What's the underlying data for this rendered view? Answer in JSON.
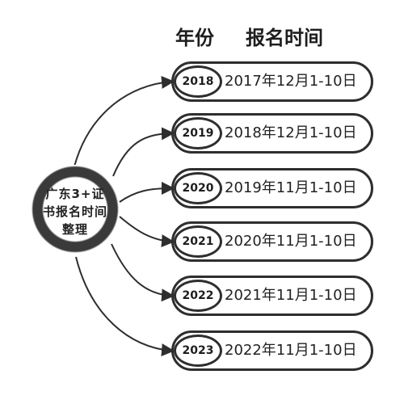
{
  "header": {
    "year_label": "年份",
    "time_label": "报名时间"
  },
  "center": {
    "lines": [
      "广东3+证",
      "书报名时间",
      "整理"
    ]
  },
  "rows": [
    {
      "year": "2018",
      "time": "2017年12月1-10日"
    },
    {
      "year": "2019",
      "time": "2018年12月1-10日"
    },
    {
      "year": "2020",
      "time": "2019年11月1-10日"
    },
    {
      "year": "2021",
      "time": "2020年11月1-10日"
    },
    {
      "year": "2022",
      "time": "2021年11月1-10日"
    },
    {
      "year": "2023",
      "time": "2022年11月1-10日"
    }
  ],
  "colors": {
    "ink": "#2e2e2e",
    "background": "#ffffff"
  }
}
